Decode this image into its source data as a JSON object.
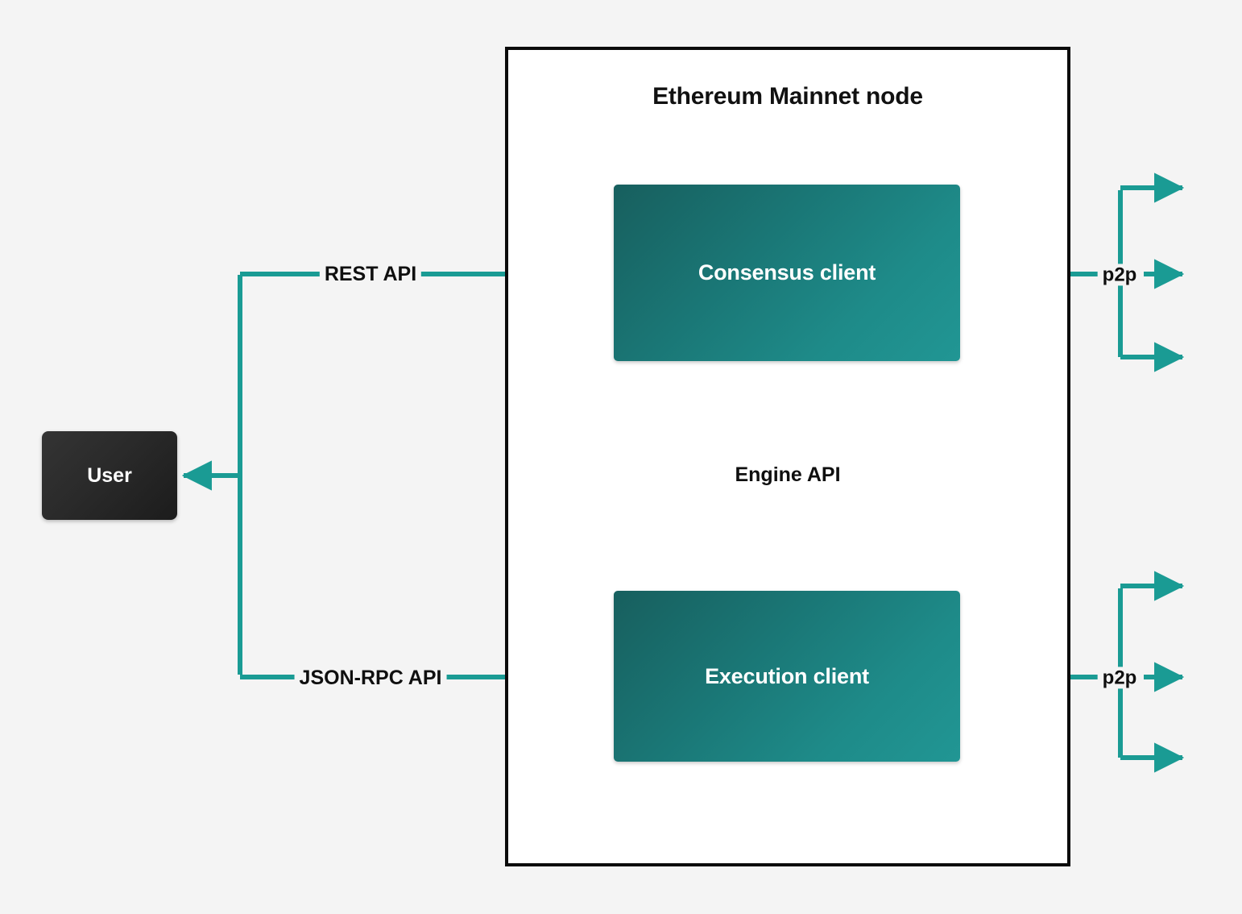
{
  "diagram": {
    "title": "Ethereum Mainnet node",
    "background_color": "#f4f4f4",
    "accent_color": "#1a9b94",
    "node_border_color": "#0b0b0b",
    "node_fill_color": "#ffffff"
  },
  "node": {
    "label": "Ethereum Mainnet node",
    "clients": [
      {
        "id": "consensus",
        "label": "Consensus client",
        "fill_from": "#175f5e",
        "fill_to": "#219694"
      },
      {
        "id": "execution",
        "label": "Execution client",
        "fill_from": "#175f5e",
        "fill_to": "#219694"
      }
    ]
  },
  "actors": [
    {
      "id": "user",
      "label": "User",
      "fill": "#2b2b2b",
      "text_color": "#ffffff"
    }
  ],
  "edges": [
    {
      "id": "rest-api",
      "label": "REST API",
      "from": "user",
      "to": "consensus",
      "style": "solid"
    },
    {
      "id": "json-rpc-api",
      "label": "JSON-RPC API",
      "from": "user",
      "to": "execution",
      "style": "solid"
    },
    {
      "id": "engine-api",
      "label": "Engine API",
      "from": "consensus",
      "to": "execution",
      "style": "solid+dashed"
    },
    {
      "id": "p2p-consensus",
      "label": "p2p",
      "from": "peers",
      "to": "consensus",
      "style": "solid"
    },
    {
      "id": "p2p-execution",
      "label": "p2p",
      "from": "peers",
      "to": "execution",
      "style": "solid"
    }
  ],
  "labels": {
    "rest_api": "REST API",
    "json_rpc_api": "JSON-RPC API",
    "engine_api": "Engine API",
    "p2p_top": "p2p",
    "p2p_bottom": "p2p"
  }
}
